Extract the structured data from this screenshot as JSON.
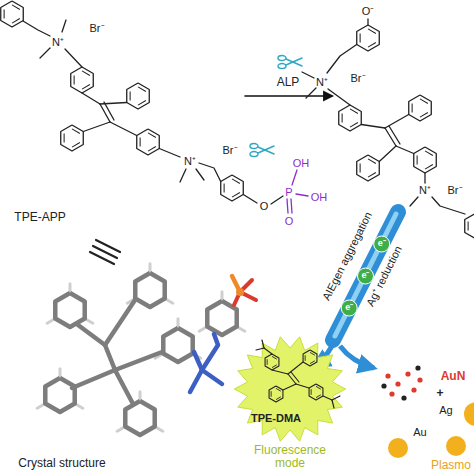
{
  "diagram": {
    "nodes": [
      {
        "text": [
          "TPE-DMA",
          "Fluorescence mode"
        ]
      }
    ],
    "labels": [
      "Br⁻",
      "N⁺",
      "Br⁻",
      "N⁺",
      "OH",
      "OH",
      "P",
      "O",
      "O",
      "TPE-APP",
      "ALP",
      "O⁻",
      "N⁺",
      "Br⁻",
      "N⁺",
      "Br⁻",
      "AIEgen aggregation",
      "Ag⁺ reduction",
      "e⁻",
      "e⁻",
      "e⁻",
      "AuN",
      "+",
      "Ag",
      "Au",
      "Crystal structure",
      "Plasmo"
    ]
  }
}
